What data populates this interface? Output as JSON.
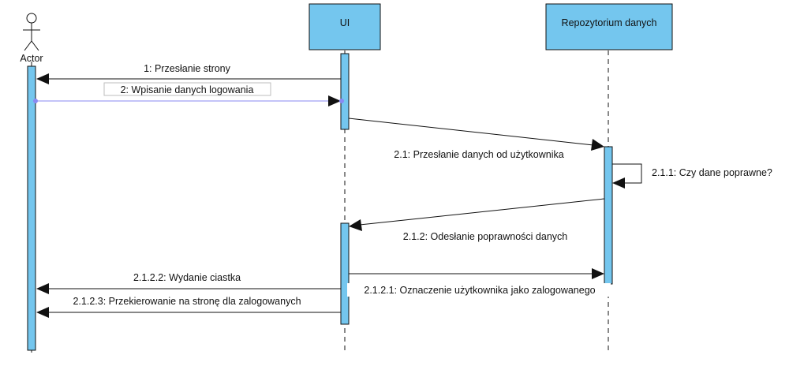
{
  "participants": {
    "actor": "Actor",
    "ui": "UI",
    "repo": "Repozytorium danych"
  },
  "messages": {
    "m1": "1: Przesłanie strony",
    "m2": "2: Wpisanie danych logowania",
    "m21": "2.1: Przesłanie danych od użytkownika",
    "m211": "2.1.1: Czy dane poprawne?",
    "m212": "2.1.2: Odesłanie poprawności danych",
    "m2121": "2.1.2.1: Oznaczenie użytkownika jako zalogowanego",
    "m2122": "2.1.2.2: Wydanie ciastka",
    "m2123": "2.1.2.3: Przekierowanie na stronę dla zalogowanych"
  },
  "colors": {
    "box_fill": "#74C6EE",
    "stroke": "#111111",
    "selected": "#8A8AF2"
  }
}
